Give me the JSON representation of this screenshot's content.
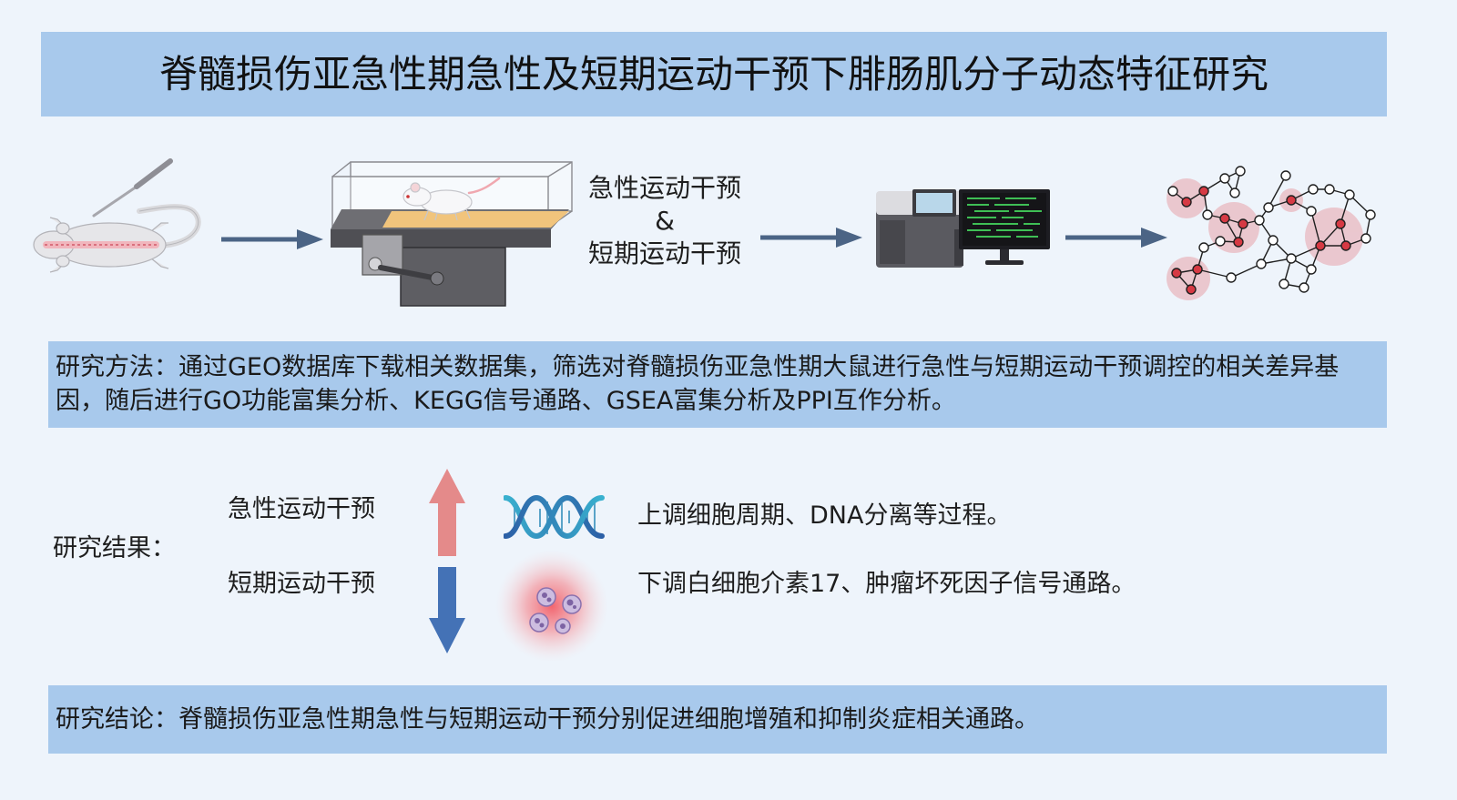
{
  "title": "脊髓损伤亚急性期急性及短期运动干预下腓肠肌分子动态特征研究",
  "workflow": {
    "intervention_line1": "急性运动干预",
    "ampersand": "&",
    "intervention_line2": "短期运动干预",
    "steps": [
      "sci-rat-surgery-icon",
      "treadmill-icon",
      "sequencer-icon",
      "ppi-network-icon"
    ]
  },
  "methods": {
    "text": "研究方法：通过GEO数据库下载相关数据集，筛选对脊髓损伤亚急性期大鼠进行急性与短期运动干预调控的相关差异基因，随后进行GO功能富集分析、KEGG信号通路、GSEA富集分析及PPI互作分析。"
  },
  "results": {
    "label": "研究结果：",
    "acute": "急性运动干预",
    "short": "短期运动干预",
    "up_text": "上调细胞周期、DNA分离等过程。",
    "down_text": "下调白细胞介素17、肿瘤坏死因子信号通路。",
    "up_icon": "dna-helix-icon",
    "down_icon": "inflamed-cells-icon"
  },
  "conclusion": {
    "text": "研究结论：脊髓损伤亚急性期急性与短期运动干预分别促进细胞增殖和抑制炎症相关通路。"
  },
  "colors": {
    "background": "#eef4fb",
    "bar": "#a8c9ec",
    "flow_arrow": "#4b6485",
    "up_arrow": "#e48a8a",
    "down_arrow": "#4472b6",
    "network_highlight": "#e8a3ab"
  }
}
